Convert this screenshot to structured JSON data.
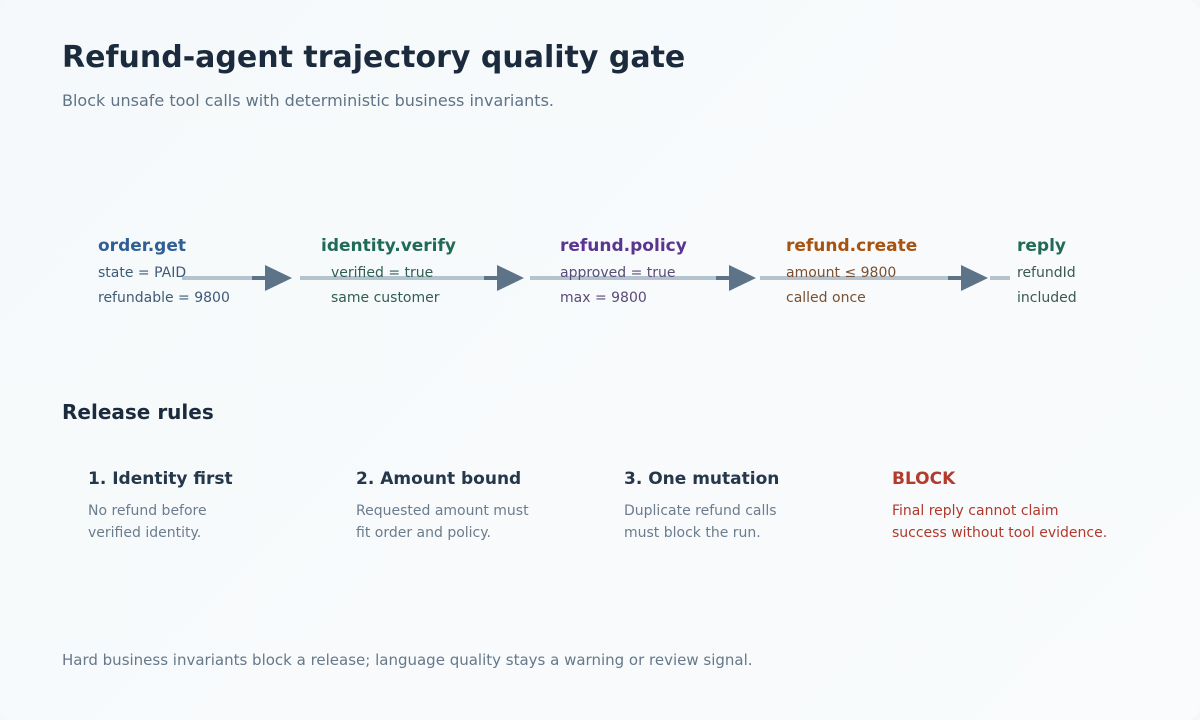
{
  "header": {
    "title": "Refund-agent trajectory quality gate",
    "subtitle": "Block unsafe tool calls with deterministic business invariants."
  },
  "flow": {
    "steps": [
      {
        "name": "order.get",
        "details": [
          "state = PAID",
          "refundable = 9800"
        ],
        "color": "#2f5f94",
        "detail_color": "#3e5a78"
      },
      {
        "name": "identity.verify",
        "details": [
          "verified = true",
          "same customer"
        ],
        "color": "#1f6b55",
        "detail_color": "#2f5f50"
      },
      {
        "name": "refund.policy",
        "details": [
          "approved = true",
          "max = 9800"
        ],
        "color": "#5a3590",
        "detail_color": "#5a4a78"
      },
      {
        "name": "refund.create",
        "details": [
          "amount ≤ 9800",
          "called once"
        ],
        "color": "#a8520f",
        "detail_color": "#7a5030"
      },
      {
        "name": "reply",
        "details": [
          "refundId",
          "included"
        ],
        "color": "#1f6b55",
        "detail_color": "#3a5a50"
      }
    ]
  },
  "rules": {
    "section_title": "Release rules",
    "items": [
      {
        "title": "1. Identity first",
        "lines": [
          "No refund before",
          "verified identity."
        ]
      },
      {
        "title": "2. Amount bound",
        "lines": [
          "Requested amount must",
          "fit order and policy."
        ]
      },
      {
        "title": "3. One mutation",
        "lines": [
          "Duplicate refund calls",
          "must block the run."
        ]
      },
      {
        "title": "BLOCK",
        "lines": [
          "Final reply cannot claim",
          "success without tool evidence."
        ]
      }
    ]
  },
  "footer": {
    "text": "Hard business invariants block a release; language quality stays a warning or review signal."
  }
}
